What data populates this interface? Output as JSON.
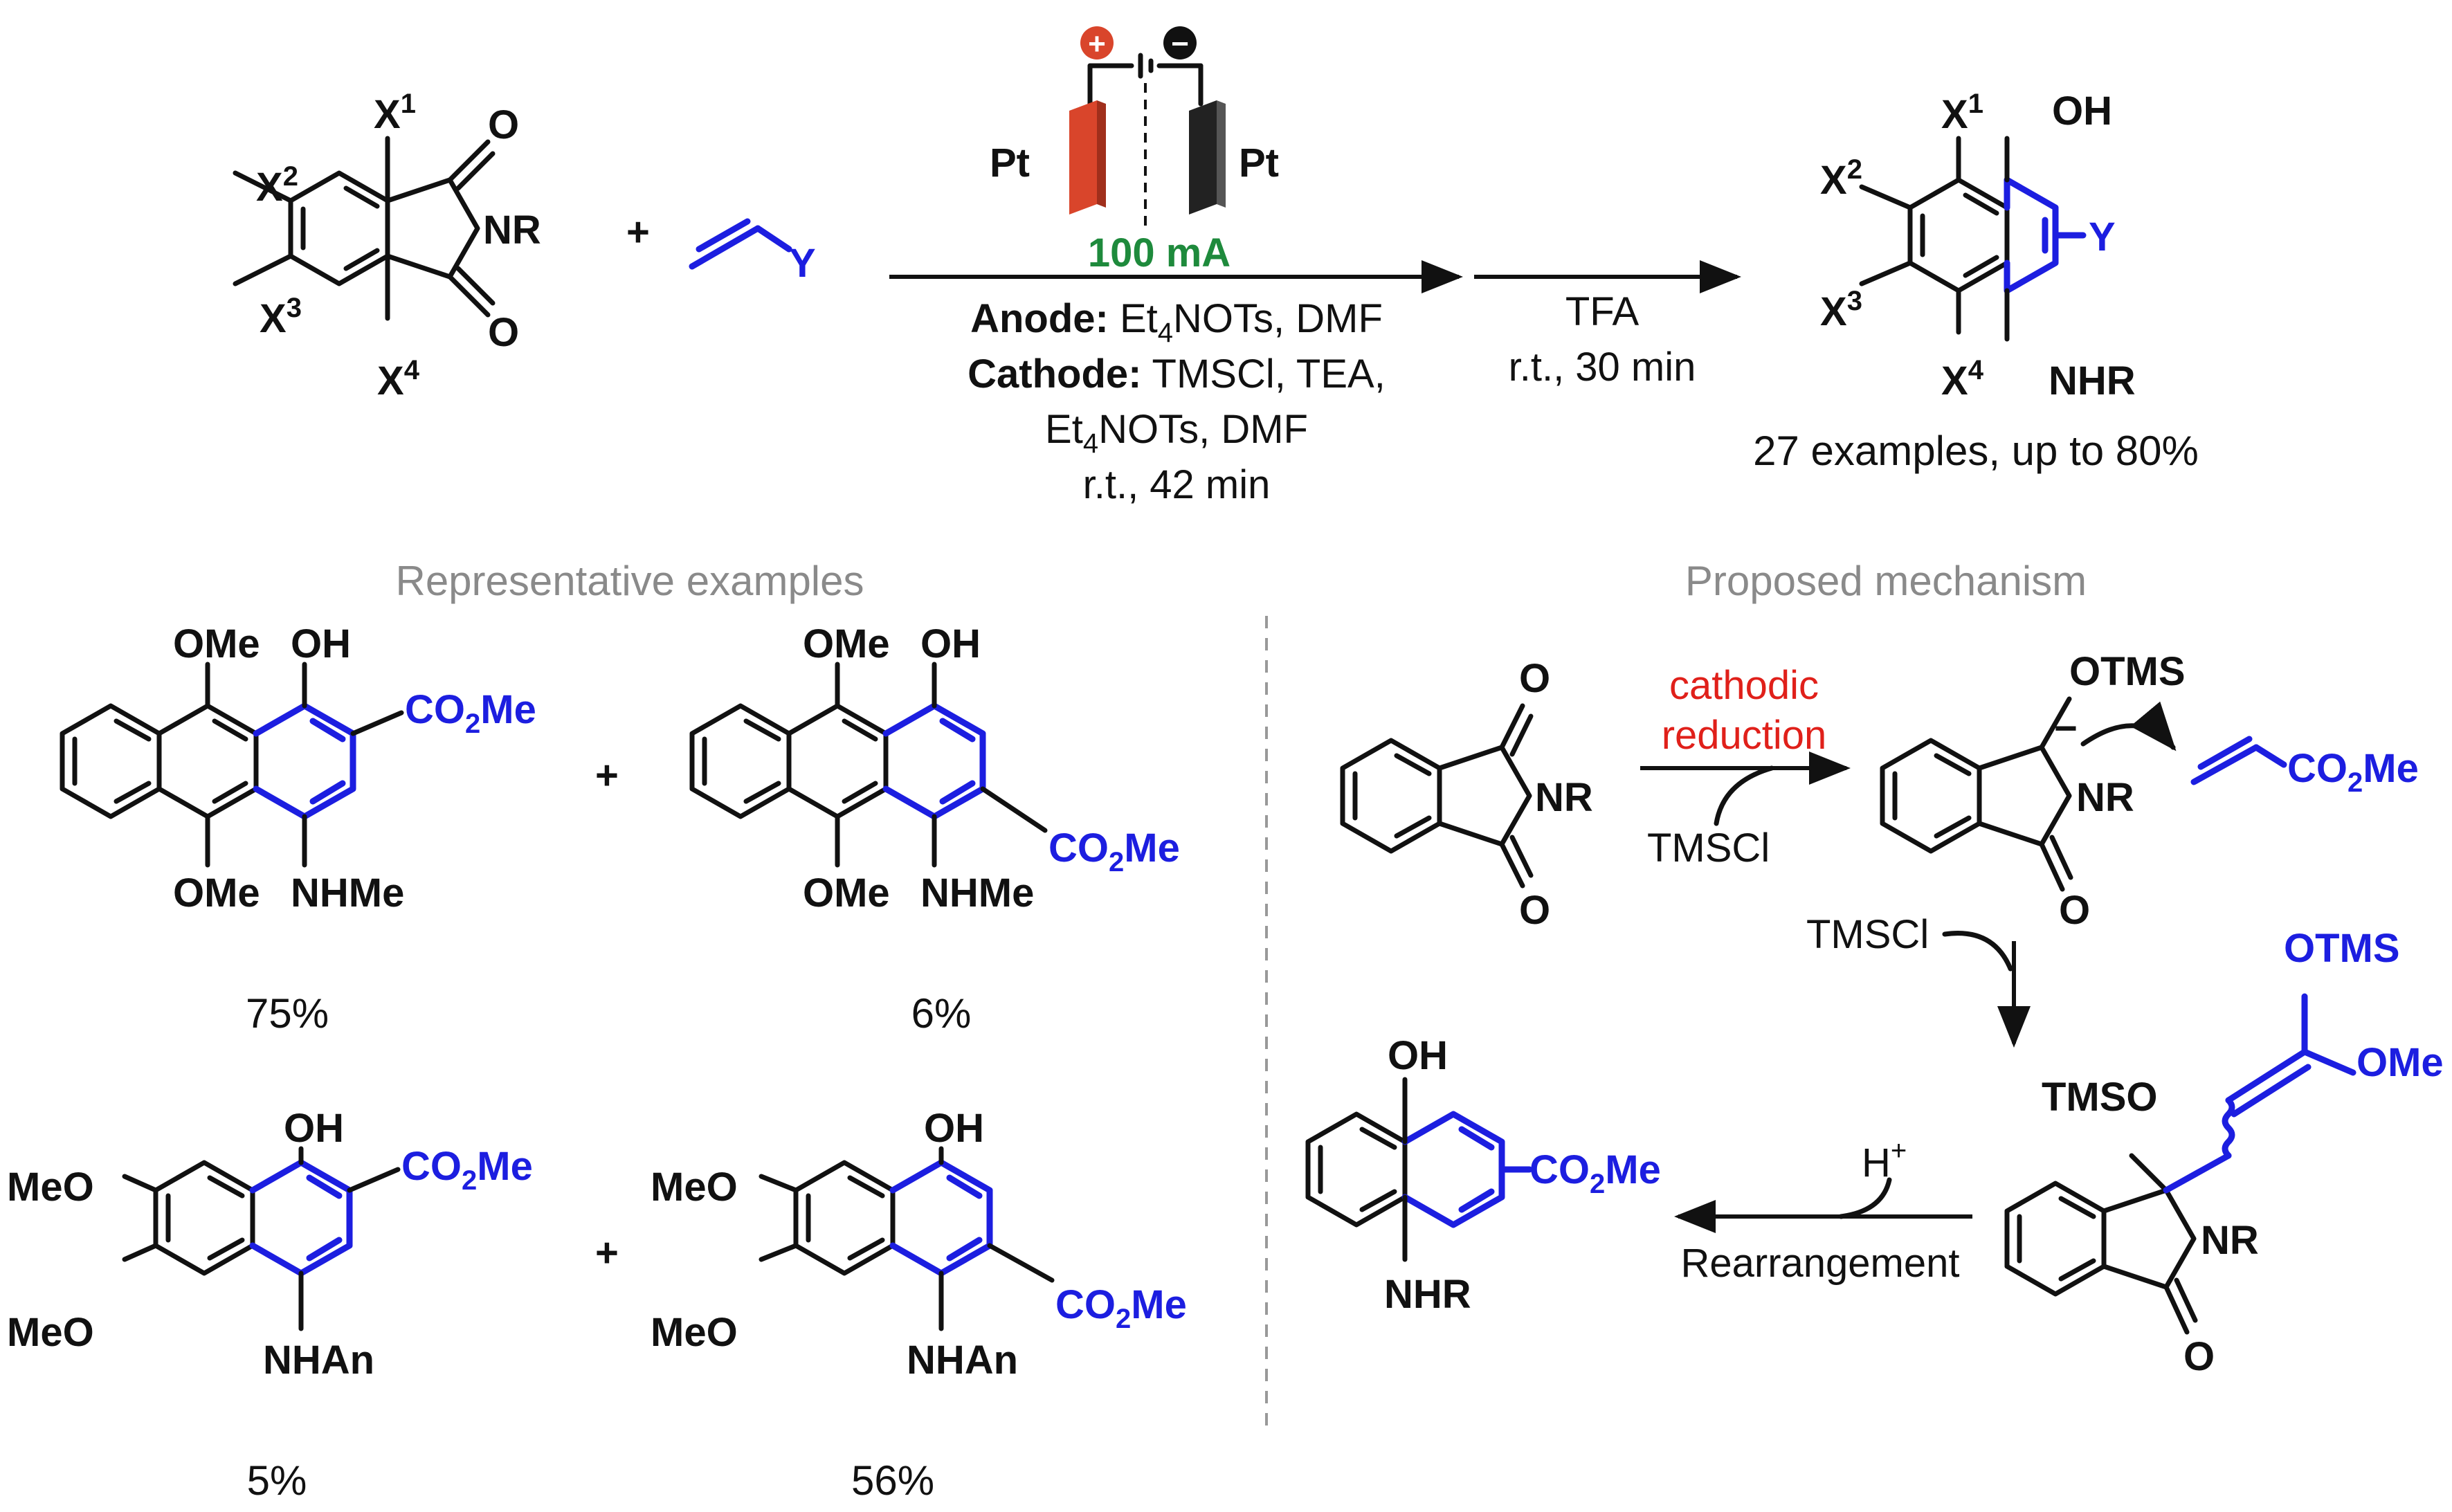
{
  "colors": {
    "ink": "#111111",
    "highlight_blue": "#1c1ee0",
    "cathodic_red": "#e0201a",
    "current_green": "#1e8a3c",
    "anode_orange": "#d9452b",
    "cathode_dark": "#222222",
    "section_gray": "#8a8a8a"
  },
  "reactant": {
    "x1": "X",
    "x1_sup": "1",
    "x2": "X",
    "x2_sup": "2",
    "x3": "X",
    "x3_sup": "3",
    "x4": "X",
    "x4_sup": "4",
    "o_top": "O",
    "o_bottom": "O",
    "nr": "NR",
    "plus": "+",
    "alkene_y": "Y"
  },
  "cell": {
    "anode_label": "Pt",
    "cathode_label": "Pt",
    "plus_sign": "+",
    "minus_sign": "−",
    "current": "100 mA"
  },
  "conditions": {
    "anode_bold": "Anode:",
    "anode_rest": " Et",
    "anode_sub": "4",
    "anode_end": "NOTs, DMF",
    "cathode_bold": "Cathode:",
    "cathode_rest": " TMSCl, TEA,",
    "cathode_line2a": "Et",
    "cathode_line2sub": "4",
    "cathode_line2b": "NOTs, DMF",
    "cathode_line3": "r.t., 42 min",
    "step2_reagent": "TFA",
    "step2_time": "r.t., 30 min"
  },
  "product": {
    "x1": "X",
    "x1_sup": "1",
    "x2": "X",
    "x2_sup": "2",
    "x3": "X",
    "x3_sup": "3",
    "x4": "X",
    "x4_sup": "4",
    "oh": "OH",
    "nhr": "NHR",
    "y": "Y",
    "summary": "27 examples, up to 80%"
  },
  "examples": {
    "title": "Representative examples",
    "plus": "+",
    "ex1": {
      "ome_top": "OMe",
      "oh": "OH",
      "ester": "CO",
      "ester_sub": "2",
      "ester_end": "Me",
      "ome_bottom": "OMe",
      "nh": "NHMe",
      "yield": "75%"
    },
    "ex2": {
      "ome_top": "OMe",
      "oh": "OH",
      "ester": "CO",
      "ester_sub": "2",
      "ester_end": "Me",
      "ome_bottom": "OMe",
      "nh": "NHMe",
      "yield": "6%"
    },
    "ex3": {
      "meo_top": "MeO",
      "meo_bottom": "MeO",
      "oh": "OH",
      "ester": "CO",
      "ester_sub": "2",
      "ester_end": "Me",
      "nh": "NHAn",
      "yield": "5%"
    },
    "ex4": {
      "meo_top": "MeO",
      "meo_bottom": "MeO",
      "oh": "OH",
      "ester": "CO",
      "ester_sub": "2",
      "ester_end": "Me",
      "nh": "NHAn",
      "yield": "56%"
    }
  },
  "mechanism": {
    "title": "Proposed mechanism",
    "start": {
      "o_top": "O",
      "o_bottom": "O",
      "nr": "NR"
    },
    "step1_line1": "cathodic",
    "step1_line2": "reduction",
    "step1_reagent": "TMSCl",
    "radical": {
      "otms": "OTMS",
      "charge": "−",
      "nr": "NR",
      "o": "O"
    },
    "acrylate": {
      "ester": "CO",
      "ester_sub": "2",
      "ester_end": "Me"
    },
    "step2_reagent": "TMSCl",
    "adduct": {
      "tmso": "TMSO",
      "nr": "NR",
      "o": "O",
      "otms": "OTMS",
      "ome": "OMe"
    },
    "step3_reagent": "H",
    "step3_sup": "+",
    "step3_label": "Rearrangement",
    "final": {
      "oh": "OH",
      "ester": "CO",
      "ester_sub": "2",
      "ester_end": "Me",
      "nhr": "NHR"
    }
  }
}
